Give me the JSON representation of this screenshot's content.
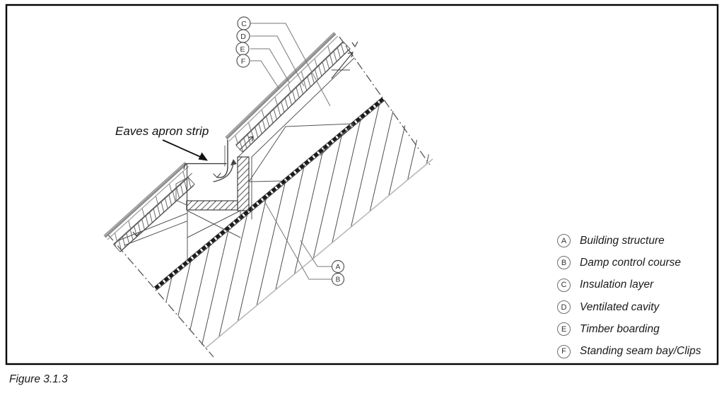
{
  "figure": {
    "caption": "Figure 3.1.3"
  },
  "drawing": {
    "annotation_label": "Eaves apron strip",
    "callouts": {
      "top": [
        "C",
        "D",
        "E",
        "F"
      ],
      "side": [
        "A",
        "B"
      ]
    },
    "colors": {
      "sheet_gray": "#8f8f8f",
      "ink": "#444444",
      "chain": "#1a1a1a",
      "cut_edge": "#b5b5b5"
    }
  },
  "legend": {
    "items": [
      {
        "key": "A",
        "label": "Building structure"
      },
      {
        "key": "B",
        "label": "Damp control course"
      },
      {
        "key": "C",
        "label": "Insulation layer"
      },
      {
        "key": "D",
        "label": "Ventilated cavity"
      },
      {
        "key": "E",
        "label": "Timber boarding"
      },
      {
        "key": "F",
        "label": "Standing seam bay/Clips"
      }
    ]
  }
}
